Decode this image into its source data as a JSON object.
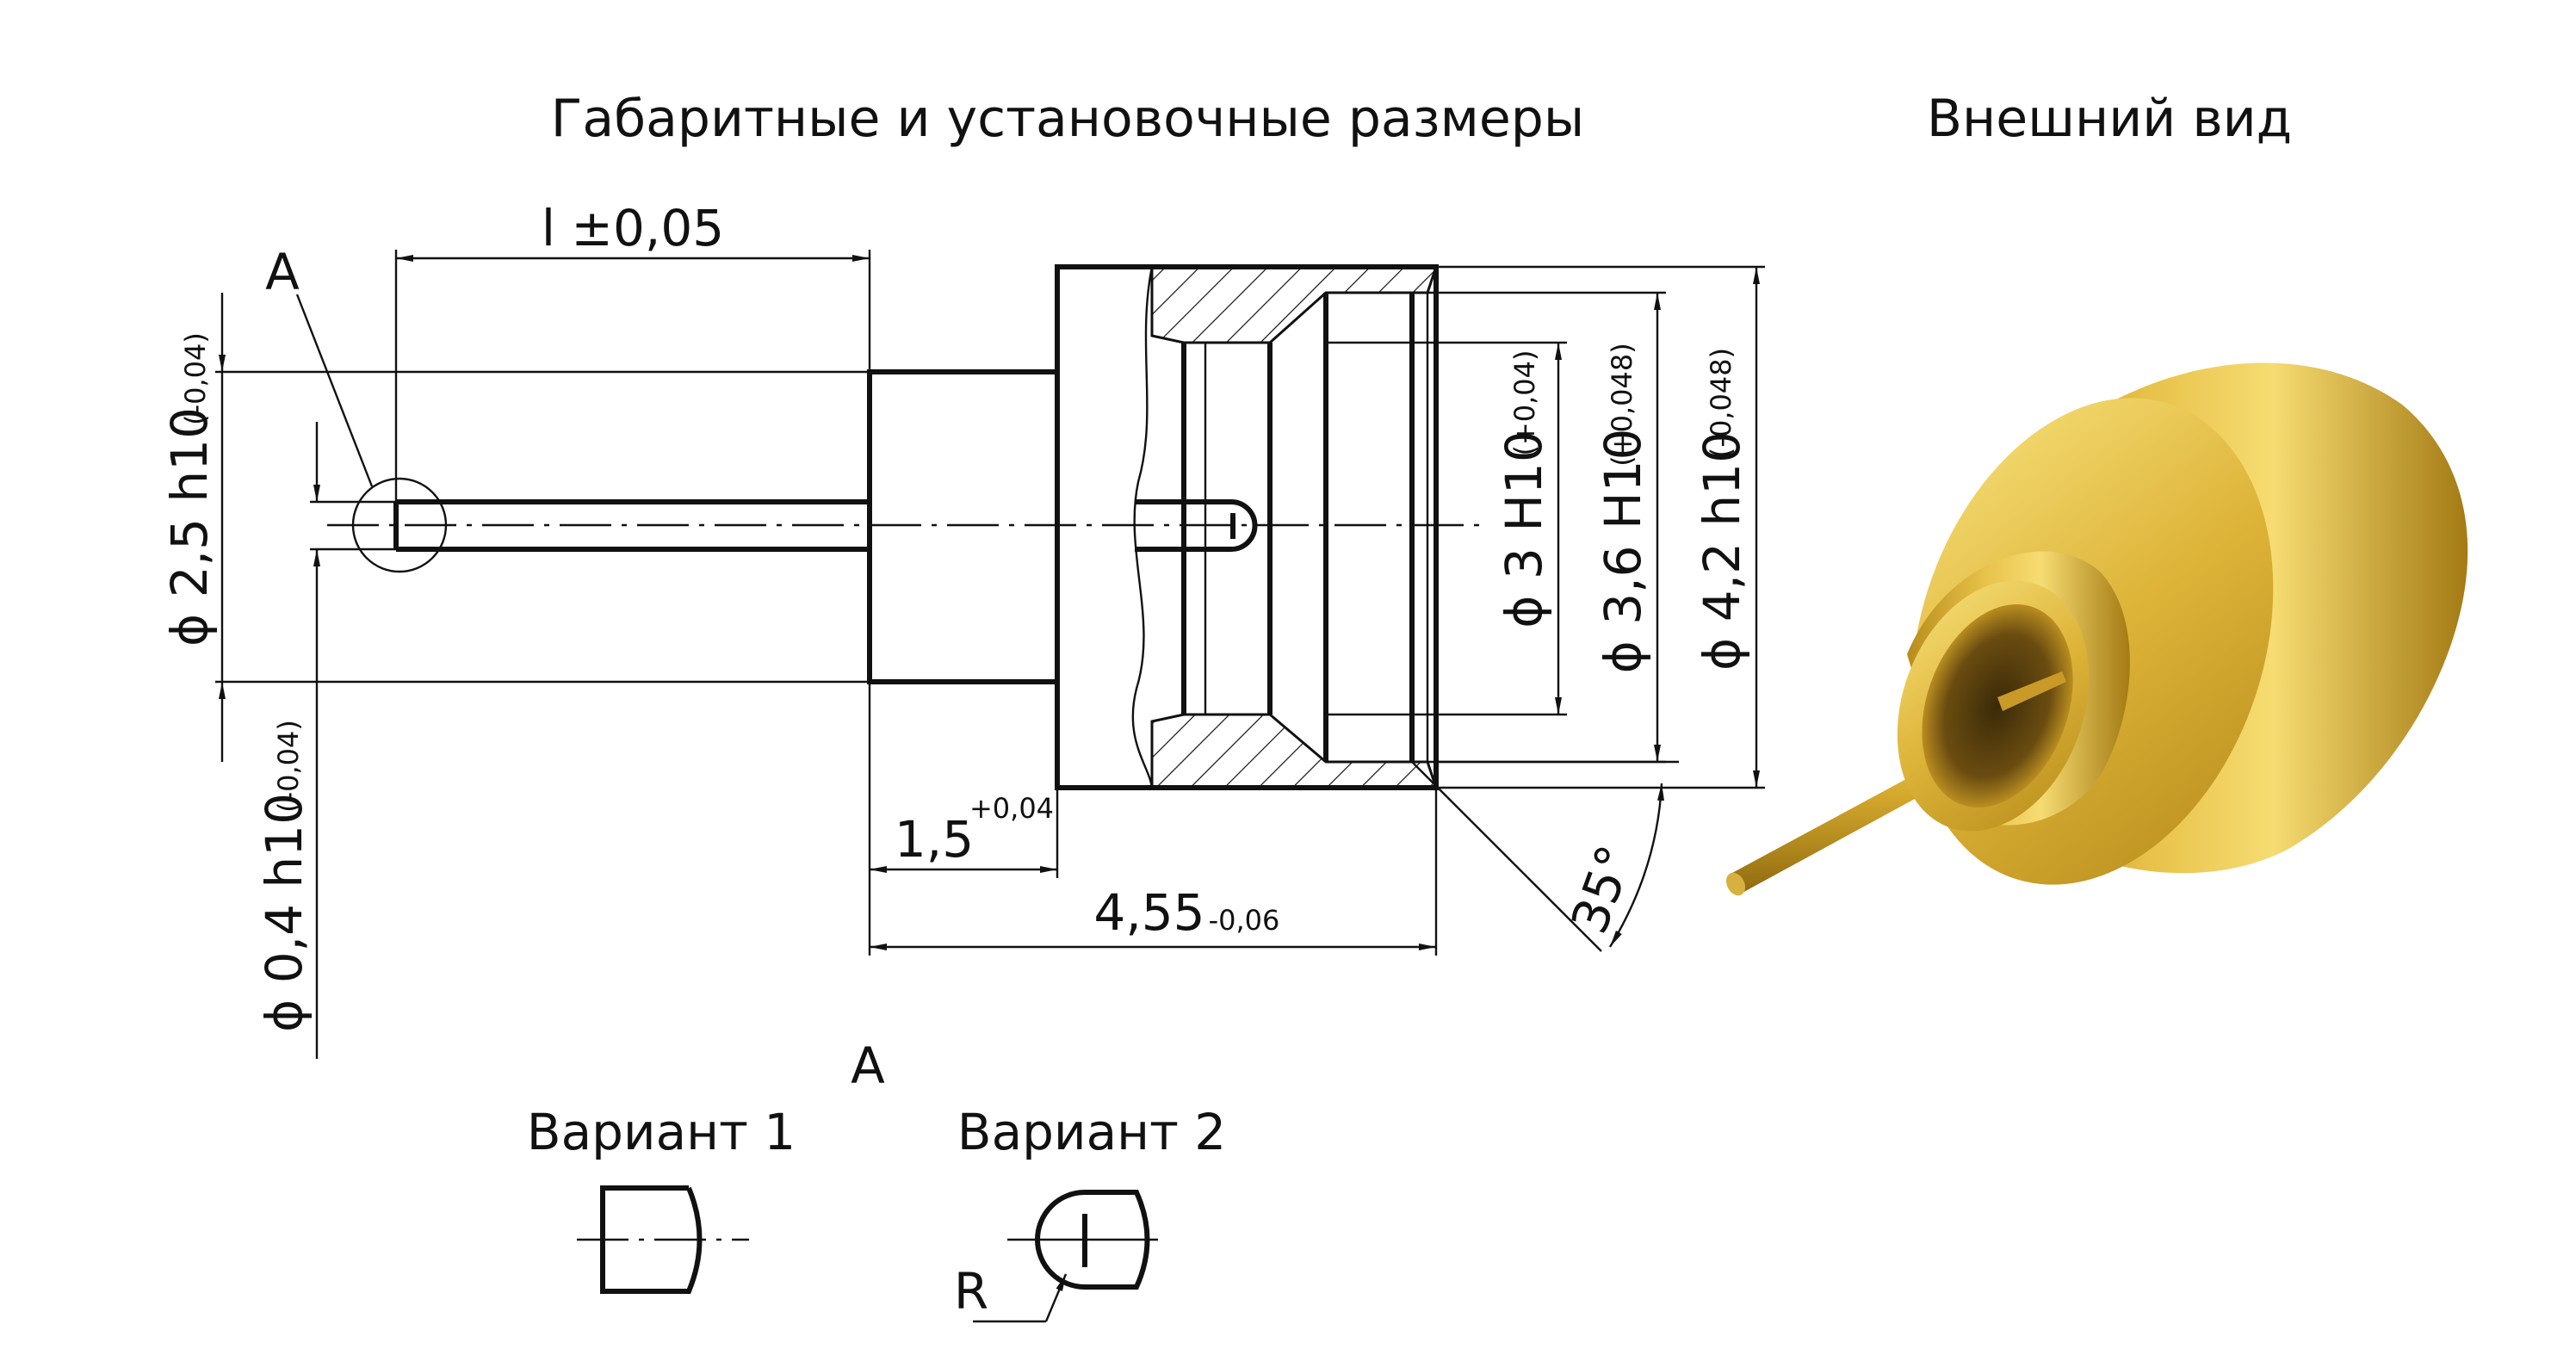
{
  "titles": {
    "drawing": "Габаритные и установочные размеры",
    "photo": "Внешний вид"
  },
  "dimensions": {
    "length": "l ±0,05",
    "shank_step": "1,5",
    "shank_step_tol": "+0,04",
    "overall": "4,55",
    "overall_tol": "-0,06",
    "angle": "35°",
    "d_body": "ϕ 2,5 h10",
    "d_body_tol": "(-0,04)",
    "d_pin": "ϕ 0,4 h10",
    "d_pin_tol": "(-0,04)",
    "d_bore1": "ϕ 3 H10",
    "d_bore1_tol": "(+0,04)",
    "d_bore2": "ϕ 3,6 H10",
    "d_bore2_tol": "(+0,048)",
    "d_outer": "ϕ 4,2 h10",
    "d_outer_tol": "(-0,048)"
  },
  "detail": {
    "callout": "A",
    "view_label": "A",
    "variant1": "Вариант 1",
    "variant2": "Вариант 2",
    "radius": "R"
  },
  "colors": {
    "line": "#111111",
    "gold_light": "#f4dc6a",
    "gold_mid": "#d9b030",
    "gold_dark": "#9a7410"
  }
}
